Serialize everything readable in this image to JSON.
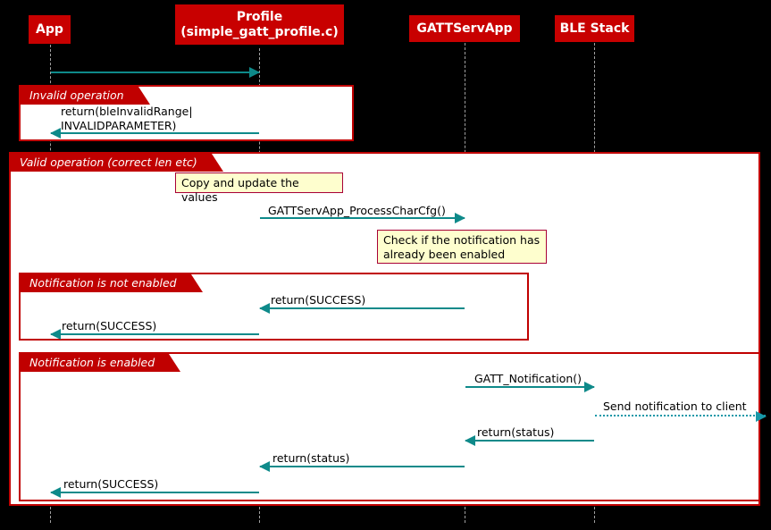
{
  "diagram": {
    "type": "sequence-diagram",
    "title": "BLE GATT characteristic write / notification flow",
    "background_color": "#000000",
    "participant_color": "#C80000",
    "frame_color": "#C00000",
    "arrow_color": "#0E8A8A",
    "note_fill": "#FEFECE",
    "note_border": "#A80036"
  },
  "participants": [
    {
      "id": "app",
      "label": "App"
    },
    {
      "id": "profile",
      "label": "Profile\n(simple_gatt_profile.c)"
    },
    {
      "id": "gattservapp",
      "label": "GATTServApp"
    },
    {
      "id": "blestack",
      "label": "BLE Stack"
    }
  ],
  "groups": [
    {
      "id": "invalid",
      "label": "Invalid operation"
    },
    {
      "id": "valid",
      "label": "Valid operation (correct len etc)"
    },
    {
      "id": "notif_disabled",
      "label": "Notification is not enabled"
    },
    {
      "id": "notif_enabled",
      "label": "Notification is enabled"
    }
  ],
  "notes": [
    {
      "id": "note_copy",
      "text": "Copy and update the values"
    },
    {
      "id": "note_check",
      "text": "Check if the notification has\nalready been enabled"
    }
  ],
  "messages": [
    {
      "id": "m1",
      "from": "app",
      "to": "profile",
      "label": "",
      "style": "solid"
    },
    {
      "id": "m2",
      "from": "profile",
      "to": "app",
      "label": "return(bleInvalidRange|\nINVALIDPARAMETER)",
      "style": "solid"
    },
    {
      "id": "m3",
      "from": "profile",
      "to": "gattservapp",
      "label": "GATTServApp_ProcessCharCfg()",
      "style": "solid"
    },
    {
      "id": "m4",
      "from": "gattservapp",
      "to": "profile",
      "label": "return(SUCCESS)",
      "style": "solid"
    },
    {
      "id": "m5",
      "from": "profile",
      "to": "app",
      "label": "return(SUCCESS)",
      "style": "solid"
    },
    {
      "id": "m6",
      "from": "gattservapp",
      "to": "blestack",
      "label": "GATT_Notification()",
      "style": "solid"
    },
    {
      "id": "m7",
      "from": "blestack",
      "to": "client",
      "label": "Send notification to client",
      "style": "dotted"
    },
    {
      "id": "m8",
      "from": "blestack",
      "to": "gattservapp",
      "label": "return(status)",
      "style": "solid"
    },
    {
      "id": "m9",
      "from": "gattservapp",
      "to": "profile",
      "label": "return(status)",
      "style": "solid"
    },
    {
      "id": "m10",
      "from": "profile",
      "to": "app",
      "label": "return(SUCCESS)",
      "style": "solid"
    }
  ]
}
